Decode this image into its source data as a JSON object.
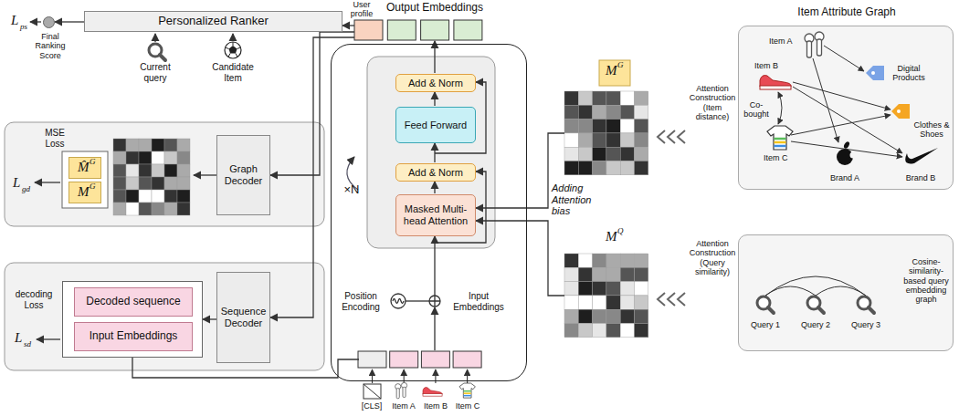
{
  "diagram": {
    "nodes": [
      {
        "text": [
          "Output Embeddings"
        ]
      },
      {
        "text": [
          "Personalized Ranker"
        ]
      },
      {
        "text": [
          "Final Ranking Score"
        ]
      },
      {
        "text": [
          "MSE Loss"
        ]
      },
      {
        "text": [
          "M̂",
          "G"
        ],
        "in": 3
      },
      {
        "text": [
          "M",
          "G"
        ],
        "in": 3
      },
      {
        "text": [
          "Graph Decoder"
        ]
      },
      {
        "text": [
          "decoding Loss"
        ]
      },
      {
        "text": [
          "Decoded sequence"
        ],
        "in": 7
      },
      {
        "text": [
          "Input Embeddings"
        ],
        "in": 7
      },
      {
        "text": [
          "Sequence Decoder"
        ]
      },
      {
        "text": [
          "×N",
          "Position Encoding"
        ]
      },
      {
        "text": [
          "Add & Norm"
        ],
        "in": 11
      },
      {
        "text": [
          "Feed Forward"
        ],
        "in": 11
      },
      {
        "text": [
          "Add & Norm"
        ],
        "in": 11
      },
      {
        "text": [
          "Masked Multi-head Attention"
        ],
        "in": 11
      },
      {
        "text": [
          "Input Embeddings"
        ],
        "in": 11
      },
      {
        "text": [
          "M",
          "G"
        ]
      },
      {
        "text": [
          "M",
          "Q"
        ]
      },
      {
        "text": [
          "Item Attribute Graph"
        ]
      },
      {
        "text": [
          "Cosine-similarity-based query embedding graph"
        ]
      }
    ],
    "edges": [
      {
        "from": 0,
        "to": 1,
        "arrow": "to"
      },
      {
        "from": 1,
        "to": 2,
        "arrow": "to"
      },
      {
        "from": 0,
        "to": 6,
        "arrow": "to"
      },
      {
        "from": 6,
        "to": 3,
        "arrow": "to"
      },
      {
        "from": 0,
        "to": 10,
        "arrow": "to"
      },
      {
        "from": 10,
        "to": 7,
        "arrow": "to"
      },
      {
        "from": 16,
        "to": 9,
        "arrow": "none"
      },
      {
        "from": 17,
        "to": 15,
        "label": "Adding Attention bias",
        "arrow": "to"
      },
      {
        "from": 18,
        "to": 15,
        "arrow": "to"
      }
    ],
    "labels": [
      "User profile",
      "L",
      "ps",
      "Current query",
      "Candidate Item",
      "L",
      "gd",
      "L",
      "sd",
      "[CLS]",
      "Item A",
      "Item B",
      "Item C",
      "Attention Construction (Item distance)",
      "Attention Construction (Query similarity)",
      "Item A",
      "Co-bought",
      "Digital Products",
      "Clothes & Shoes",
      "Item B",
      "Item C",
      "Brand A",
      "Brand B",
      "Query 1",
      "Query 2",
      "Query 3"
    ]
  }
}
